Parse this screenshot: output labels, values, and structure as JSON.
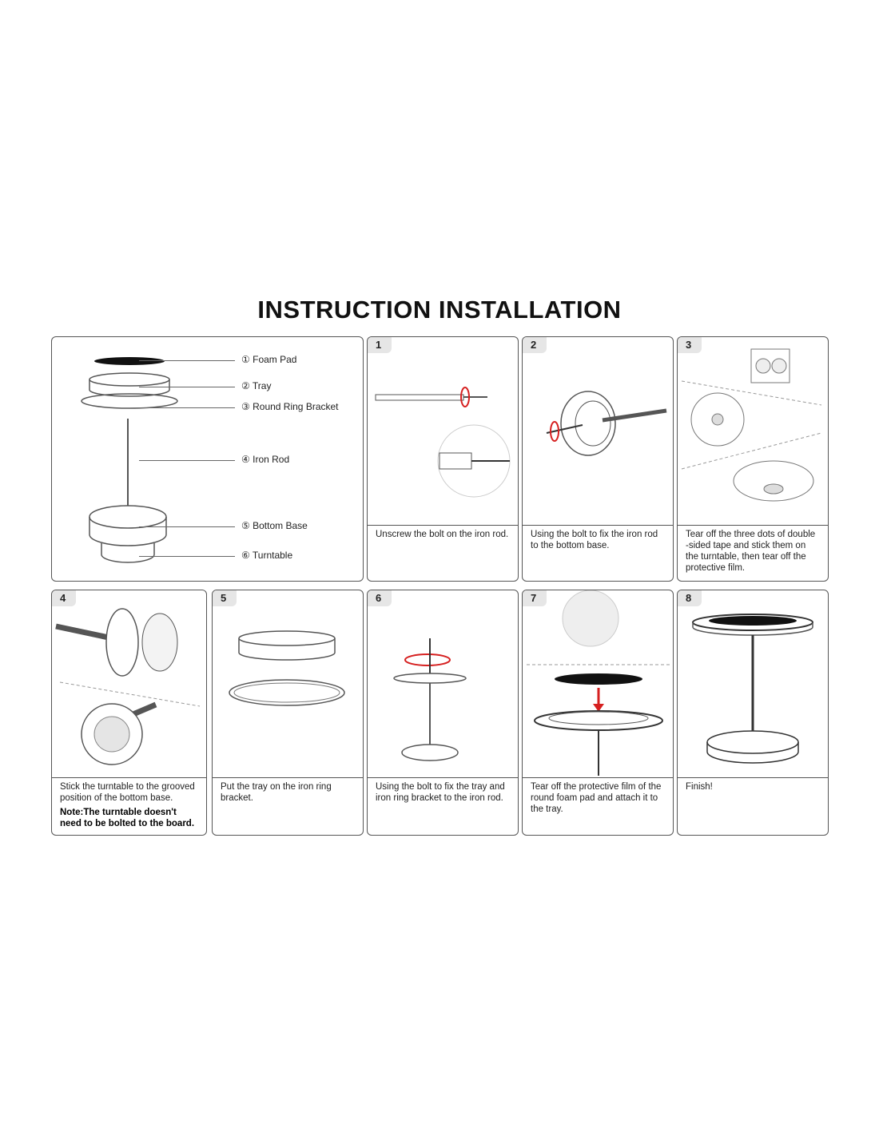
{
  "title": "INSTRUCTION INSTALLATION",
  "parts": [
    {
      "marker": "①",
      "label": "Foam Pad"
    },
    {
      "marker": "②",
      "label": "Tray"
    },
    {
      "marker": "③",
      "label": "Round Ring Bracket"
    },
    {
      "marker": "④",
      "label": "Iron Rod"
    },
    {
      "marker": "⑤",
      "label": "Bottom Base"
    },
    {
      "marker": "⑥",
      "label": "Turntable"
    }
  ],
  "steps": [
    {
      "number": "1",
      "text": "Unscrew the bolt on the iron rod."
    },
    {
      "number": "2",
      "text": "Using the bolt to fix the iron rod to the bottom base."
    },
    {
      "number": "3",
      "text": "Tear off the three dots of double -sided tape and stick them on the turntable, then tear off the protective film."
    },
    {
      "number": "4",
      "text": "Stick the turntable to the grooved position of the bottom base.",
      "note": "Note:The turntable doesn't need to be bolted to the board."
    },
    {
      "number": "5",
      "text": "Put the tray on the iron ring bracket."
    },
    {
      "number": "6",
      "text": "Using the bolt to fix the tray and iron ring bracket to the iron rod."
    },
    {
      "number": "7",
      "text": "Tear off the protective film of the round foam pad and attach it to the tray."
    },
    {
      "number": "8",
      "text": "Finish!"
    }
  ],
  "colors": {
    "arrow": "#d62020",
    "border": "#555555"
  }
}
